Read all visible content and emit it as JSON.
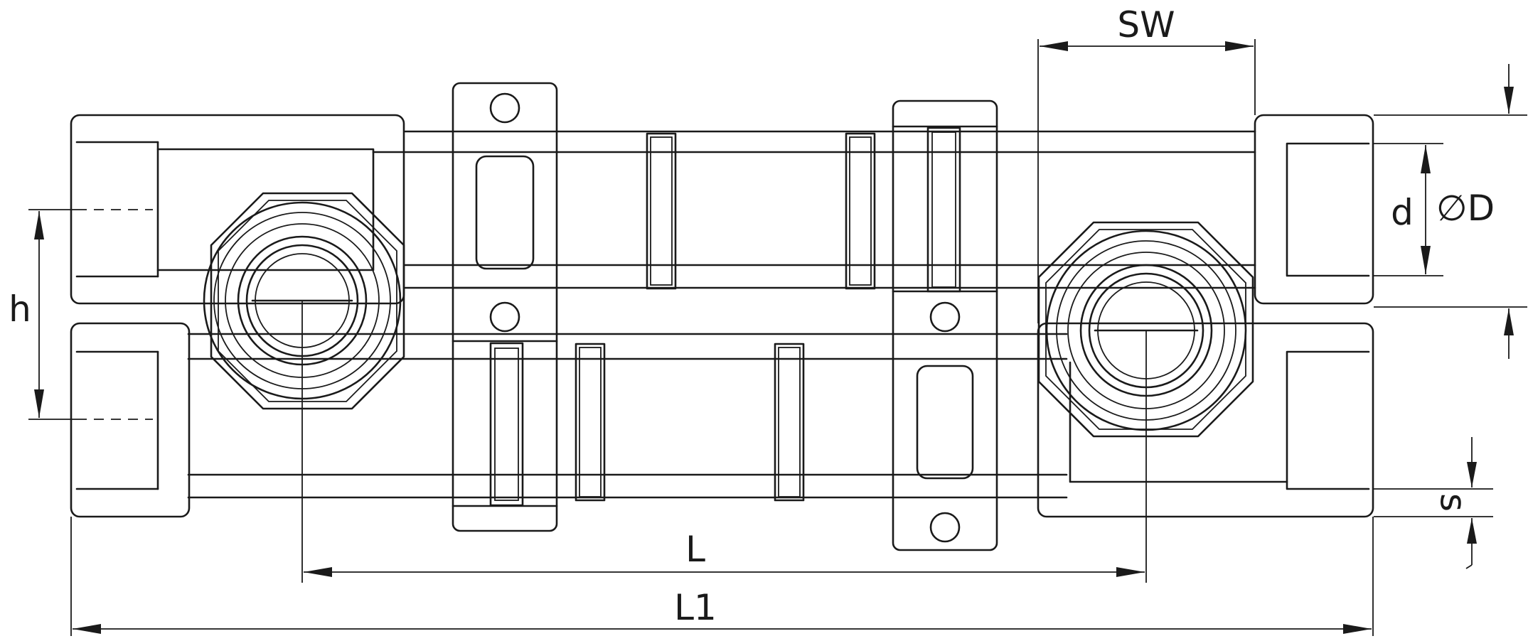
{
  "dimensions": {
    "sw": "SW",
    "diameter_symbol": "∅",
    "diameter": "D",
    "d": "d",
    "h": "h",
    "l": "L",
    "l1": "L1",
    "s": "s"
  }
}
